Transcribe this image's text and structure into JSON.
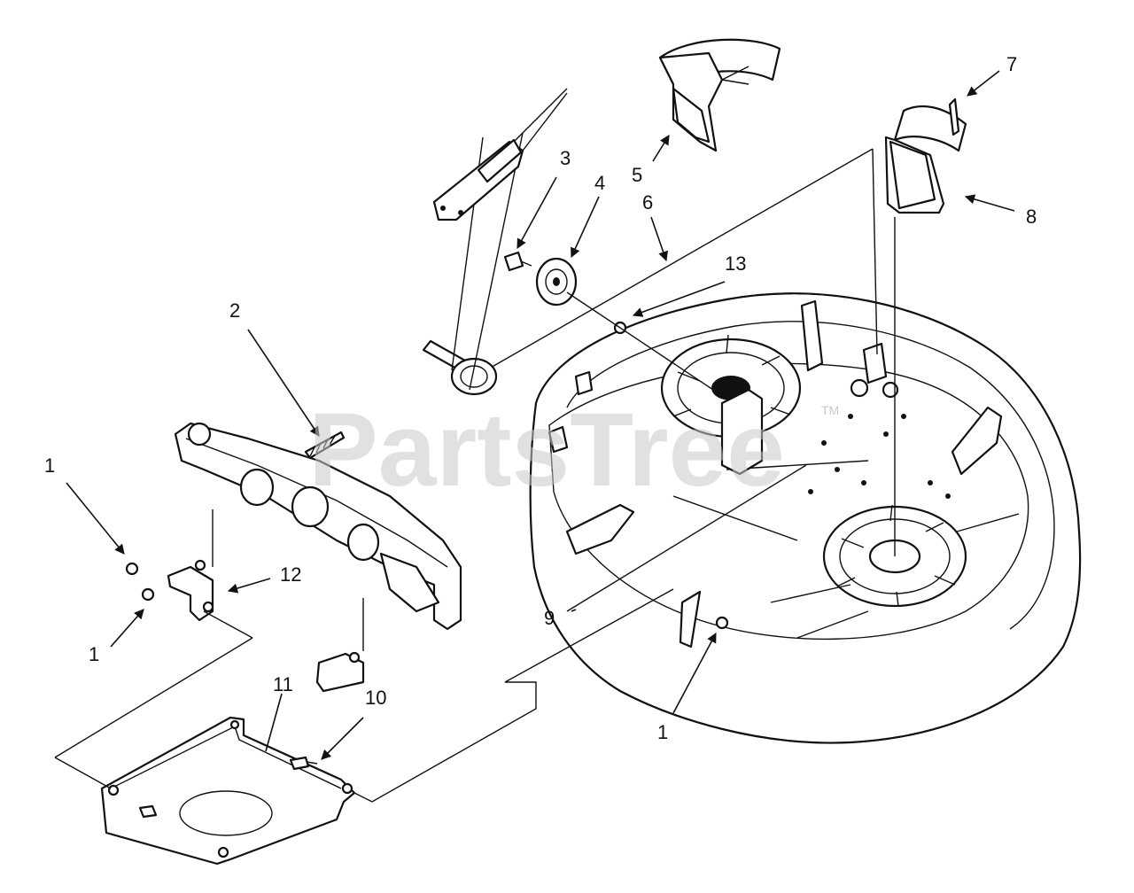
{
  "watermark": {
    "text": "PartsTree",
    "tm": "TM"
  },
  "callouts": [
    {
      "id": "c1a",
      "label": "1"
    },
    {
      "id": "c1b",
      "label": "1"
    },
    {
      "id": "c1c",
      "label": "1"
    },
    {
      "id": "c2",
      "label": "2"
    },
    {
      "id": "c3",
      "label": "3"
    },
    {
      "id": "c4",
      "label": "4"
    },
    {
      "id": "c5",
      "label": "5"
    },
    {
      "id": "c6",
      "label": "6"
    },
    {
      "id": "c7",
      "label": "7"
    },
    {
      "id": "c8",
      "label": "8"
    },
    {
      "id": "c9",
      "label": "9"
    },
    {
      "id": "c10",
      "label": "10"
    },
    {
      "id": "c11",
      "label": "11"
    },
    {
      "id": "c12",
      "label": "12"
    },
    {
      "id": "c13",
      "label": "13"
    }
  ]
}
